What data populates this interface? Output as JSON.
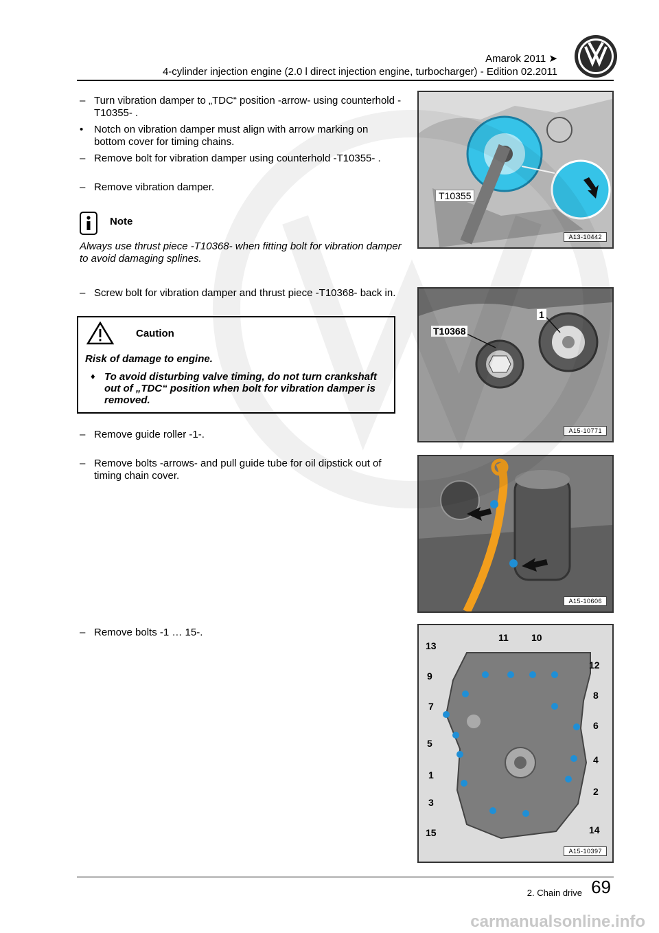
{
  "header": {
    "model": "Amarok 2011 ➤",
    "engine": "4-cylinder injection engine (2.0 l direct injection engine, turbocharger) - Edition 02.2011"
  },
  "steps": [
    {
      "marker": "–",
      "text": "Turn vibration damper to „TDC“ position -arrow- using counterhold -T10355- ."
    },
    {
      "marker": "•",
      "text": "Notch on vibration damper must align with arrow marking on bottom cover for timing chains."
    },
    {
      "marker": "–",
      "text": "Remove bolt for vibration damper using counterhold -T10355- ."
    },
    {
      "marker": "–",
      "text": "Remove vibration damper."
    },
    {
      "marker": "–",
      "text": "Screw bolt for vibration damper and thrust piece -T10368- back in."
    },
    {
      "marker": "–",
      "text": "Remove guide roller -1-."
    },
    {
      "marker": "–",
      "text": "Remove bolts -arrows- and pull guide tube for oil dipstick out of timing chain cover."
    },
    {
      "marker": "–",
      "text": "Remove bolts -1 … 15-."
    }
  ],
  "note": {
    "title": "Note",
    "text": "Always use thrust piece -T10368- when fitting bolt for vibration damper to avoid damaging splines."
  },
  "caution": {
    "title": "Caution",
    "subtitle": "Risk of damage to engine.",
    "bullet": "♦",
    "text": "To avoid disturbing valve timing, do not turn crankshaft out of „TDC“ position when bolt for vibration damper is removed."
  },
  "figures": [
    {
      "code": "A13-10442",
      "labels": [
        "T10355"
      ]
    },
    {
      "code": "A15-10771",
      "labels": [
        "T10368",
        "1"
      ]
    },
    {
      "code": "A15-10606",
      "labels": []
    },
    {
      "code": "A15-10397",
      "labels": [
        "13",
        "11",
        "10",
        "12",
        "9",
        "8",
        "7",
        "6",
        "5",
        "4",
        "1",
        "2",
        "3",
        "14",
        "15"
      ]
    }
  ],
  "footer": {
    "section": "2. Chain drive",
    "page": "69"
  },
  "site": "carmanualsonline.info",
  "colors": {
    "damper_highlight": "#36c3e8",
    "dipstick_tube": "#f29e1c",
    "bolt_highlight": "#1f8fd6"
  }
}
